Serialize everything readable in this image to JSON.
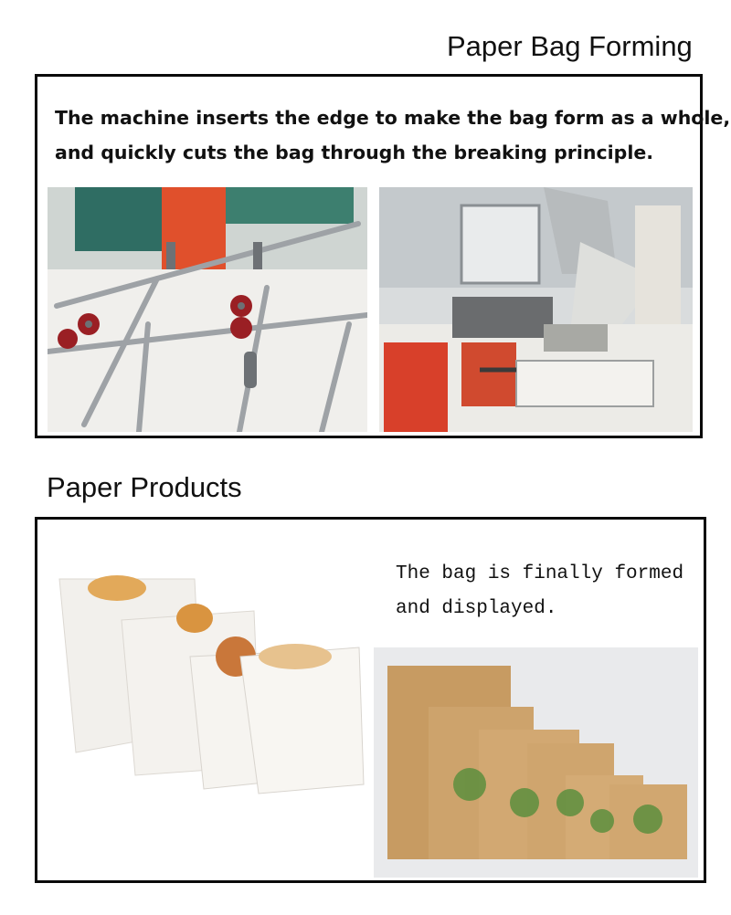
{
  "forming": {
    "title": "Paper Bag Forming",
    "description_line1": "The machine inserts the edge to make the bag form as a whole,",
    "description_line2": "and quickly cuts the bag through the breaking principle."
  },
  "products": {
    "title": "Paper Products",
    "caption_line1": "The bag is finally formed",
    "caption_line2": "and displayed."
  }
}
